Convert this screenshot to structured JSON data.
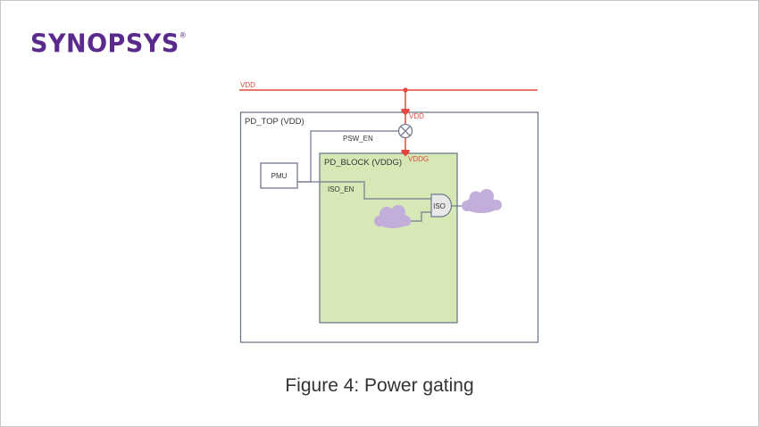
{
  "brand": {
    "logo_text": "SYNOPSYS",
    "registered_mark": "®"
  },
  "diagram": {
    "rail_label": "VDD",
    "pd_top_label": "PD_TOP (VDD)",
    "pd_block_label": "PD_BLOCK (VDDG)",
    "switch_in_label": "VDD",
    "switch_out_label": "VDDG",
    "psw_signal_label": "PSW_EN",
    "iso_signal_label": "ISO_EN",
    "pmu_label": "PMU",
    "iso_label": "ISO",
    "icons": {
      "power_switch": "circle-x-switch",
      "iso_cell": "and-gate",
      "logic_cloud": "cloud"
    },
    "colors": {
      "power": "#e2483d",
      "block_fill": "#d5e8b6",
      "box_stroke": "#6f7a8c",
      "cloud": "#c3aedb",
      "iso_fill": "#e8e8e8",
      "brand": "#5a2a8c"
    }
  },
  "caption": "Figure 4: Power gating"
}
